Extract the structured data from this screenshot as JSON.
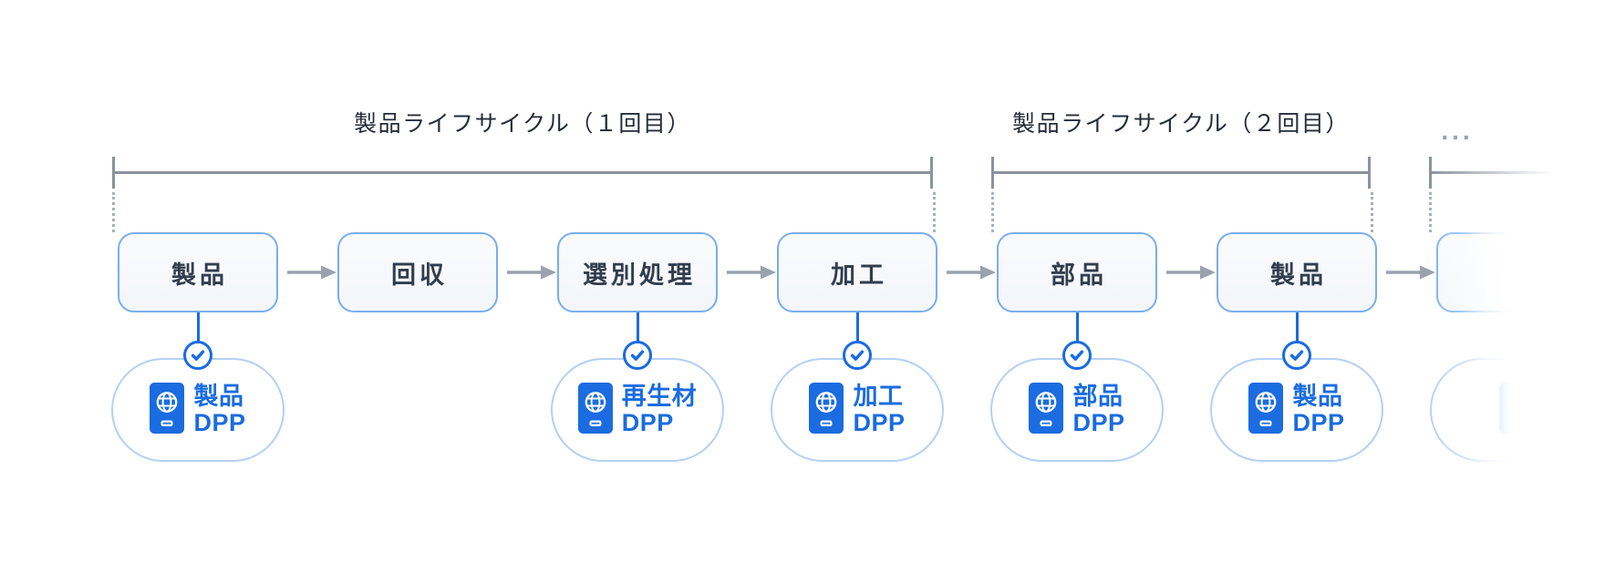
{
  "titles": {
    "cycle1": "製品ライフサイクル（１回目）",
    "cycle2": "製品ライフサイクル（２回目）",
    "more": "..."
  },
  "flow": {
    "steps": [
      {
        "label": "製品",
        "has_dpp": true,
        "dpp_line1": "製品",
        "dpp_line2": "DPP",
        "faded": false
      },
      {
        "label": "回収",
        "has_dpp": false,
        "dpp_line1": "",
        "dpp_line2": "",
        "faded": false
      },
      {
        "label": "選別処理",
        "has_dpp": true,
        "dpp_line1": "再生材",
        "dpp_line2": "DPP",
        "faded": false
      },
      {
        "label": "加工",
        "has_dpp": true,
        "dpp_line1": "加工",
        "dpp_line2": "DPP",
        "faded": false
      },
      {
        "label": "部品",
        "has_dpp": true,
        "dpp_line1": "部品",
        "dpp_line2": "DPP",
        "faded": false
      },
      {
        "label": "製品",
        "has_dpp": true,
        "dpp_line1": "製品",
        "dpp_line2": "DPP",
        "faded": false
      },
      {
        "label": "",
        "has_dpp": true,
        "dpp_line1": "",
        "dpp_line2": "",
        "faded": true
      }
    ]
  },
  "icons": {
    "check": "check-icon",
    "passport": "passport-globe-icon",
    "arrow": "arrow-right-icon"
  },
  "colors": {
    "primary_blue": "#1a6ce0",
    "box_border_blue": "#79adee",
    "chip_border_blue": "#b4d0f3",
    "box_fill": "#f7f9fb",
    "label_dark": "#323d4e",
    "title_dark": "#242c39",
    "arrow_gray": "#99a2ad",
    "bracket_gray": "#8a939e",
    "dotted_gray": "#a9b0ba"
  }
}
